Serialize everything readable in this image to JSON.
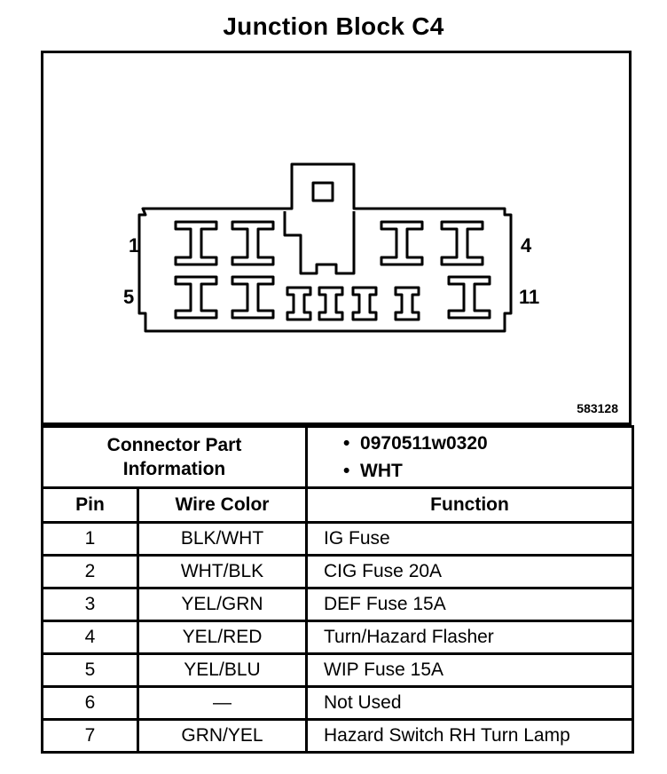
{
  "title": "Junction Block C4",
  "diagram": {
    "pin_labels": {
      "top_left": "1",
      "top_right": "4",
      "bottom_left": "5",
      "bottom_right": "11"
    },
    "figure_number": "583128"
  },
  "connector_info": {
    "label_line1": "Connector Part",
    "label_line2": "Information",
    "values": [
      "0970511w0320",
      "WHT"
    ]
  },
  "table": {
    "headers": {
      "pin": "Pin",
      "wire_color": "Wire Color",
      "function": "Function"
    },
    "rows": [
      {
        "pin": "1",
        "wire_color": "BLK/WHT",
        "function": "IG Fuse"
      },
      {
        "pin": "2",
        "wire_color": "WHT/BLK",
        "function": "CIG Fuse 20A"
      },
      {
        "pin": "3",
        "wire_color": "YEL/GRN",
        "function": "DEF Fuse 15A"
      },
      {
        "pin": "4",
        "wire_color": "YEL/RED",
        "function": "Turn/Hazard Flasher"
      },
      {
        "pin": "5",
        "wire_color": "YEL/BLU",
        "function": "WIP Fuse 15A"
      },
      {
        "pin": "6",
        "wire_color": "—",
        "function": "Not Used"
      },
      {
        "pin": "7",
        "wire_color": "GRN/YEL",
        "function": "Hazard Switch RH Turn Lamp"
      }
    ]
  }
}
